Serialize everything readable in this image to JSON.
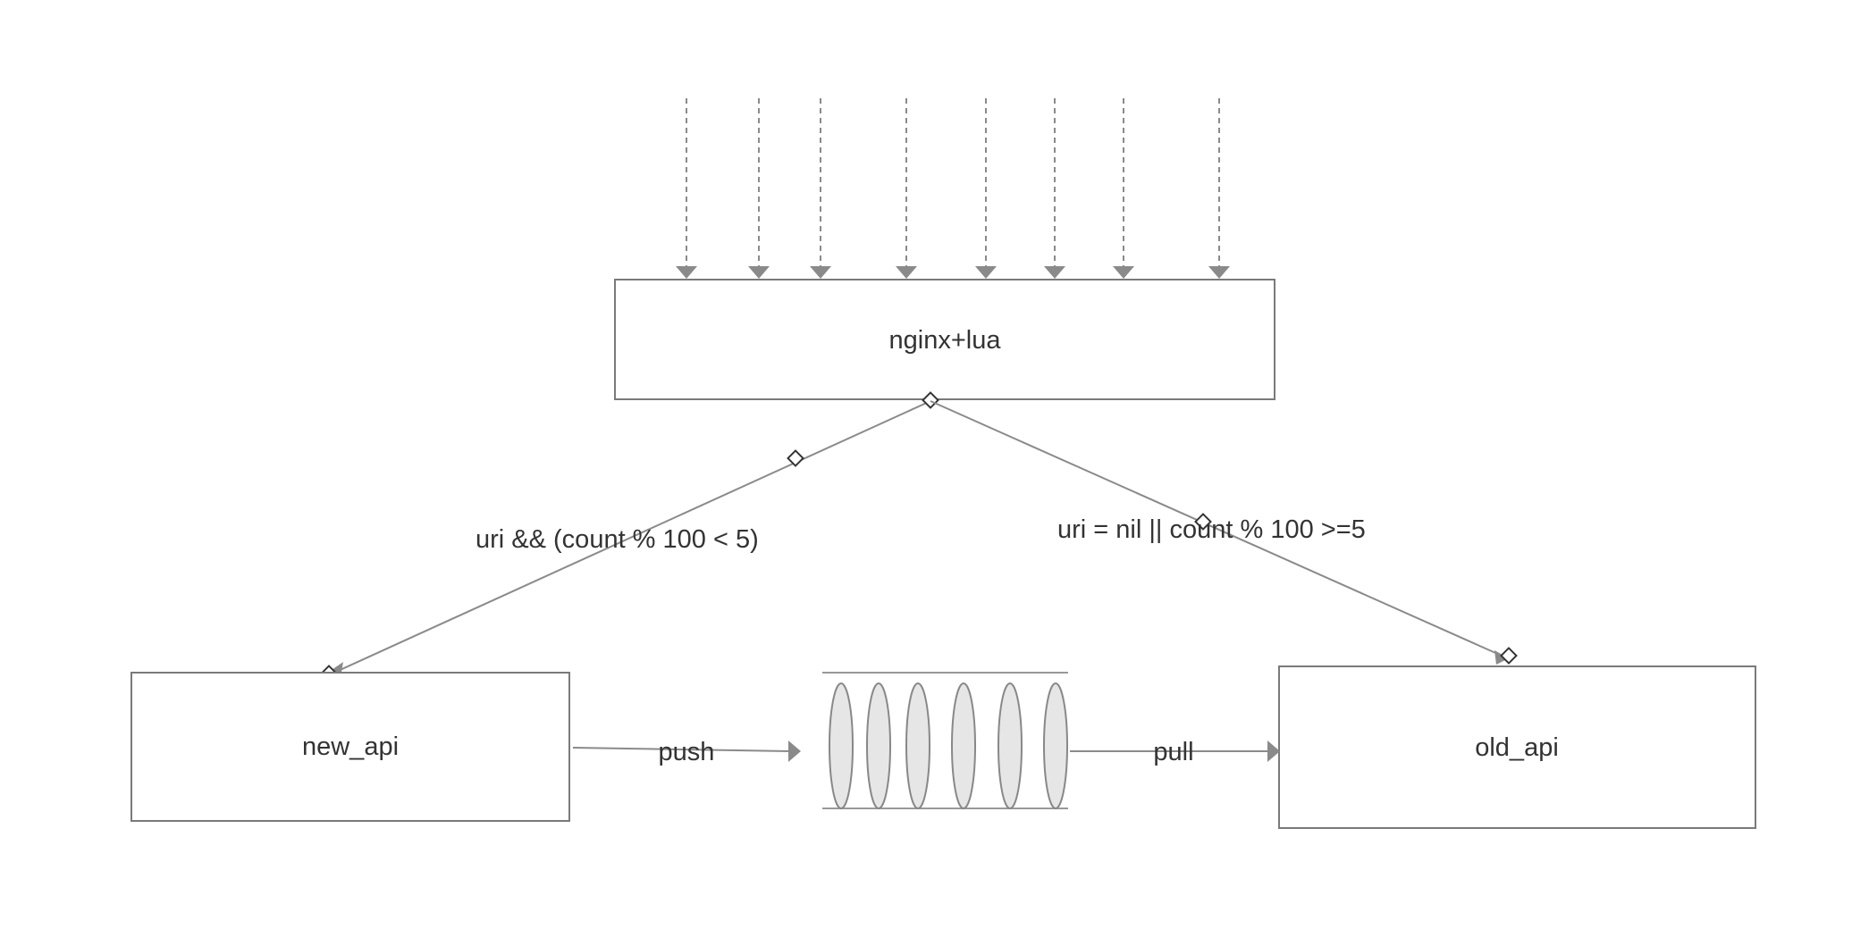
{
  "nodes": {
    "gateway": {
      "label": "nginx+lua"
    },
    "new_api": {
      "label": "new_api"
    },
    "old_api": {
      "label": "old_api"
    },
    "queue": {
      "slot_count": 6
    }
  },
  "edges": {
    "to_new_api": {
      "label": "uri && (count  % 100 < 5)"
    },
    "to_old_api": {
      "label": "uri = nil || count % 100 >=5"
    },
    "push": {
      "label": "push"
    },
    "pull": {
      "label": "pull"
    }
  },
  "incoming_request_count": 8,
  "colors": {
    "line": "#8a8a8a",
    "box_border": "#7a7a7a",
    "queue_fill": "#e6e6e6",
    "text": "#333333"
  }
}
